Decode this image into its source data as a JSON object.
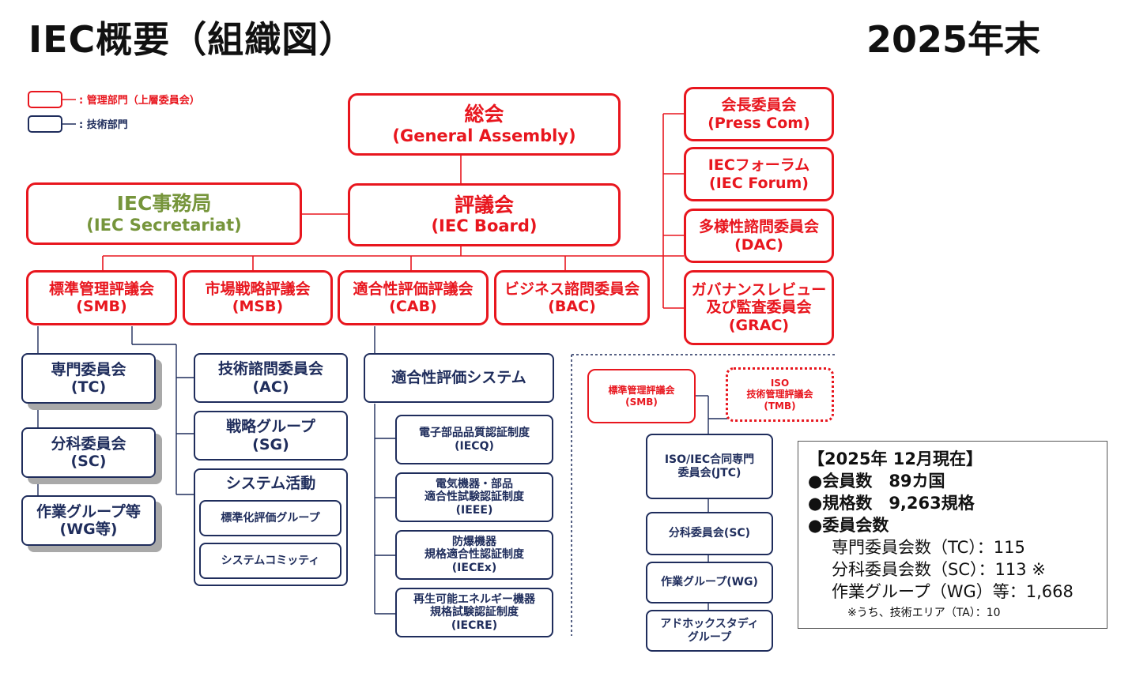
{
  "header": {
    "title": "IEC概要（組織図）",
    "year": "2025年末"
  },
  "legend": {
    "management": ": 管理部門（上層委員会）",
    "technical": ": 技術部門"
  },
  "colors": {
    "management": "#e8161e",
    "technical": "#1f2d5c",
    "secretariat": "#76953b"
  },
  "top": {
    "ga": {
      "ja": "総会",
      "en": "(General Assembly)"
    },
    "board": {
      "ja": "評議会",
      "en": "(IEC Board)"
    },
    "secretariat": {
      "ja": "IEC事務局",
      "en": "(IEC Secretariat)"
    }
  },
  "right_committees": [
    {
      "ja": "会長委員会",
      "en": "(Press Com)"
    },
    {
      "ja": "IECフォーラム",
      "en": "(IEC Forum)"
    },
    {
      "ja": "多様性諮問委員会",
      "en": "(DAC)"
    },
    {
      "ja": "ガバナンスレビュー",
      "ja2": "及び監査委員会",
      "en": "(GRAC)"
    }
  ],
  "councils": [
    {
      "ja": "標準管理評議会",
      "en": "(SMB)"
    },
    {
      "ja": "市場戦略評議会",
      "en": "(MSB)"
    },
    {
      "ja": "適合性評価評議会",
      "en": "(CAB)"
    },
    {
      "ja": "ビジネス諮問委員会",
      "en": "(BAC)"
    }
  ],
  "smb_tech": {
    "tc": {
      "ja": "専門委員会",
      "en": "(TC)"
    },
    "sc": {
      "ja": "分科委員会",
      "en": "(SC)"
    },
    "wg": {
      "ja": "作業グループ等",
      "en": "(WG等)"
    }
  },
  "smb_advisory": {
    "ac": {
      "ja": "技術諮問委員会",
      "en": "(AC)"
    },
    "sg": {
      "ja": "戦略グループ",
      "en": "(SG)"
    },
    "system": "システム活動",
    "system_items": [
      "標準化評価グループ",
      "システムコミッティ"
    ]
  },
  "cab": {
    "system": "適合性評価システム",
    "schemes": [
      {
        "l1": "電子部品品質認証制度",
        "l2": "",
        "en": "(IECQ)"
      },
      {
        "l1": "電気機器・部品",
        "l2": "適合性試験認証制度",
        "en": "(IEEE)"
      },
      {
        "l1": "防爆機器",
        "l2": "規格適合性認証制度",
        "en": "(IECEx)"
      },
      {
        "l1": "再生可能エネルギー機器",
        "l2": "規格試験認証制度",
        "en": "(IECRE)"
      }
    ]
  },
  "joint": {
    "smb": {
      "ja": "標準管理評議会",
      "en": "(SMB)"
    },
    "iso_tmb": {
      "l1": "ISO",
      "l2": "技術管理評議会",
      "en": "(TMB)"
    },
    "jtc": {
      "l1": "ISO/IEC合同専門",
      "l2": "委員会(JTC)"
    },
    "sc": "分科委員会(SC)",
    "wg": "作業グループ(WG)",
    "ahg": {
      "l1": "アドホックスタディ",
      "l2": "グループ"
    }
  },
  "stats": {
    "heading": "【2025年 12月現在】",
    "members": "●会員数　89カ国",
    "standards": "●規格数　9,263規格",
    "committees": "●委員会数",
    "tc": "専門委員会数（TC）：115",
    "sc": "分科委員会数（SC）：113 ※",
    "wg": "作業グループ（WG）等：1,668",
    "note": "※うち、技術エリア（TA）：10"
  }
}
